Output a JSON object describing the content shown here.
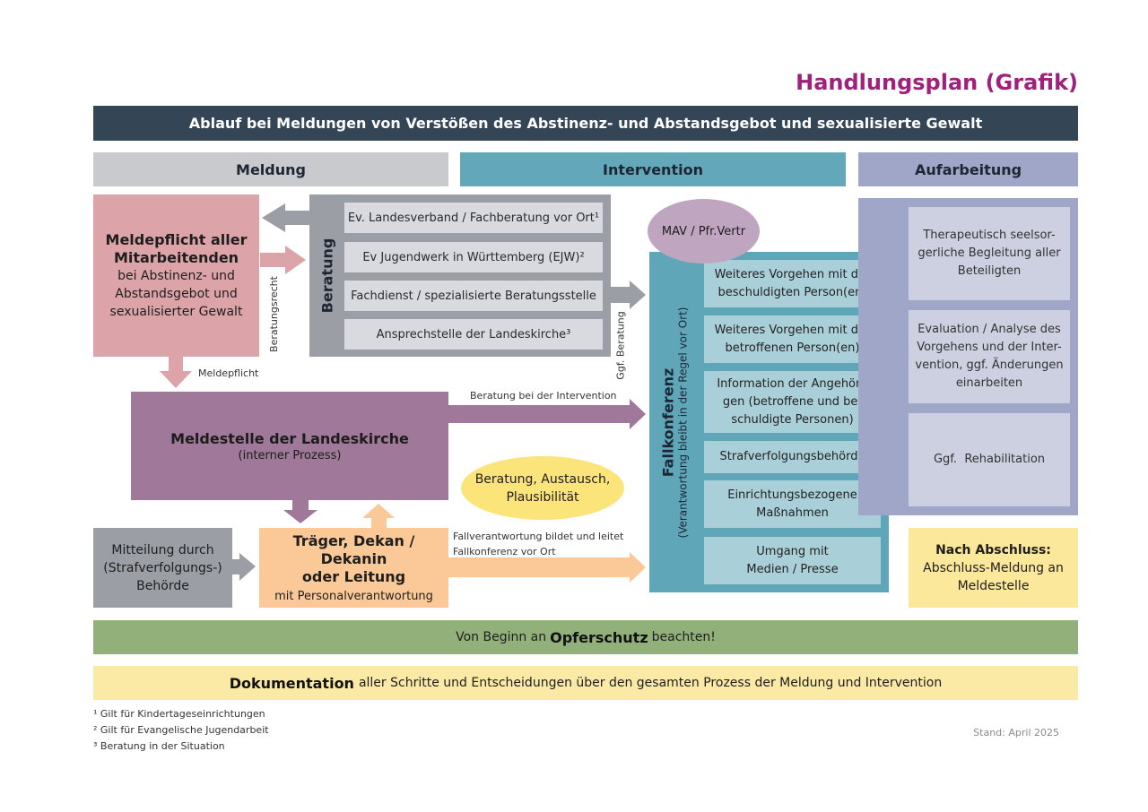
{
  "title": "Handlungsplan (Grafik)",
  "banner": "Ablauf bei Meldungen von Verstößen des Abstinenz- und Abstandsgebot und sexualisierte Gewalt",
  "columns": {
    "meldung": "Meldung",
    "intervention": "Intervention",
    "aufarbeitung": "Aufarbeitung"
  },
  "meldepflicht_box": {
    "title_line1": "Meldepflicht aller",
    "title_line2": "Mitarbeitenden",
    "line1": "bei Abstinenz- und",
    "line2": "Abstandsgebot und",
    "line3": "sexualisierter Gewalt"
  },
  "beratung": {
    "label": "Beratung",
    "items": [
      "Ev. Landesverband / Fachberatung vor Ort¹",
      "Ev Jugendwerk in Württemberg (EJW)²",
      "Fachdienst / spezialisierte Beratungsstelle",
      "Ansprechstelle der Landeskirche³"
    ]
  },
  "labels": {
    "beratungsrecht": "Beratungsrecht",
    "meldepflicht": "Meldepflicht",
    "ggf_beratung": "Ggf. Beratung",
    "beratung_intervention": "Beratung bei der Intervention",
    "fallverantwortung_line1": "Fallverantwortung bildet und leitet",
    "fallverantwortung_line2": "Fallkonferenz vor Ort"
  },
  "meldestelle": {
    "title": "Meldestelle der Landeskirche",
    "subtitle": "(interner Prozess)"
  },
  "mitteilung": {
    "line1": "Mitteilung durch",
    "line2": "(Strafverfolgungs-)",
    "line3": "Behörde"
  },
  "traeger": {
    "line1": "Träger, Dekan / Dekanin",
    "line2": "oder Leitung",
    "line3": "mit Personalverantwortung"
  },
  "beratung_austausch": {
    "line1": "Beratung, Austausch,",
    "line2": "Plausibilität"
  },
  "mav": "MAV / Pfr.Vertr",
  "fallkonferenz": {
    "title": "Fallkonferenz",
    "subtitle": "(Verantwortung bleibt in der Regel vor Ort)",
    "items": [
      {
        "l1": "Weiteres Vorgehen mit der",
        "l2": "beschuldigten Person(en)",
        "l3": ""
      },
      {
        "l1": "Weiteres Vorgehen mit der",
        "l2": "betroffenen Person(en)",
        "l3": ""
      },
      {
        "l1": "Information der Angehöri-",
        "l2": "gen (betroffene und be-",
        "l3": "schuldigte Personen)"
      },
      {
        "l1": "Strafverfolgungsbehörde",
        "l2": "",
        "l3": ""
      },
      {
        "l1": "Einrichtungsbezogene",
        "l2": "Maßnahmen",
        "l3": ""
      },
      {
        "l1": "Umgang mit",
        "l2": "Medien / Presse",
        "l3": ""
      }
    ]
  },
  "aufarbeitung": {
    "items": [
      {
        "l1": "Therapeutisch seelsor-",
        "l2": "gerliche Begleitung aller",
        "l3": "Beteiligten",
        "l4": ""
      },
      {
        "l1": "Evaluation / Analyse des",
        "l2": "Vorgehens und der Inter-",
        "l3": "vention, ggf. Änderungen",
        "l4": "einarbeiten"
      },
      {
        "l1": "Ggf.  Rehabilitation",
        "l2": "",
        "l3": "",
        "l4": ""
      }
    ]
  },
  "abschluss": {
    "title": "Nach Abschluss:",
    "line1": "Abschluss-Meldung an",
    "line2": "Meldestelle"
  },
  "opferschutz": {
    "pre": "Von Beginn an",
    "bold": "Opferschutz",
    "post": "beachten!"
  },
  "dokumentation": {
    "bold": "Dokumentation",
    "rest": "aller Schritte und Entscheidungen über den gesamten Prozess der Meldung und Intervention"
  },
  "footnotes": [
    "¹ Gilt für Kindertageseinrichtungen",
    "² Gilt für Evangelische Jugendarbeit",
    "³ Beratung in der Situation"
  ],
  "stand": "Stand: April 2025",
  "colors": {
    "title": "#a0207e",
    "banner": "#344656",
    "meldung_head": "#c9cacd",
    "intervention_head": "#62a8ba",
    "aufarbeitung_head": "#9fa6c7"
  }
}
